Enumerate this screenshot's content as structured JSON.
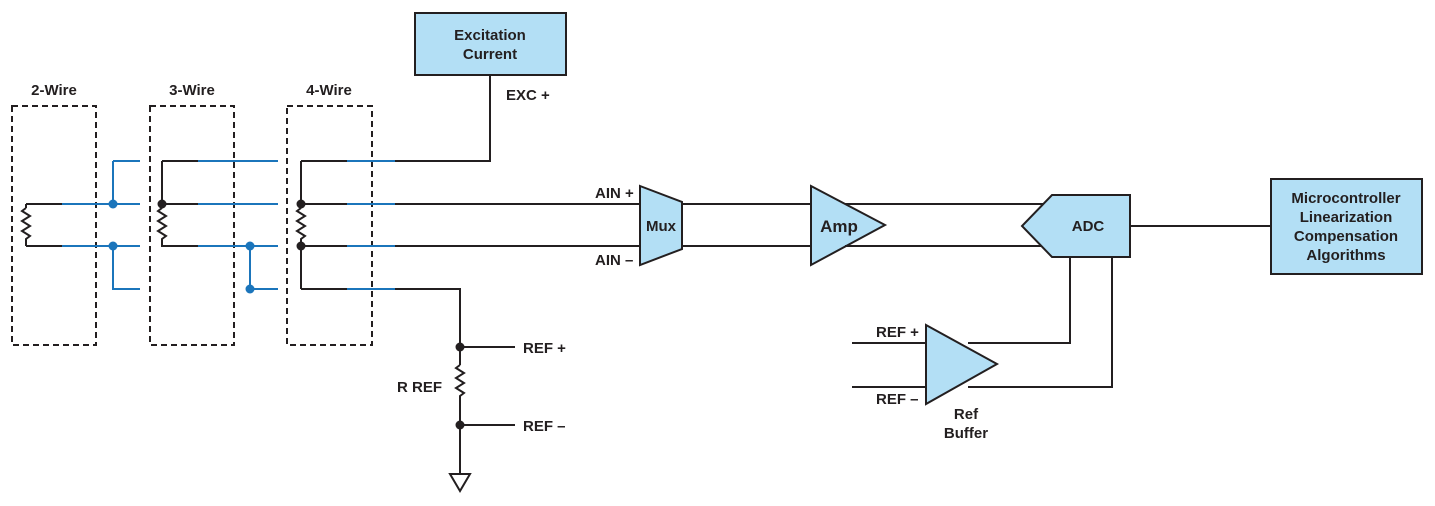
{
  "labels": {
    "two_wire": "2-Wire",
    "three_wire": "3-Wire",
    "four_wire": "4-Wire",
    "excitation_line1": "Excitation",
    "excitation_line2": "Current",
    "exc_plus": "EXC +",
    "ain_plus": "AIN +",
    "ain_minus": "AIN –",
    "mux": "Mux",
    "amp": "Amp",
    "adc": "ADC",
    "mcu_line1": "Microcontroller",
    "mcu_line2": "Linearization",
    "mcu_line3": "Compensation",
    "mcu_line4": "Algorithms",
    "ref_plus_out": "REF +",
    "ref_minus_out": "REF –",
    "r_ref": "R REF",
    "buf_ref_plus": "REF +",
    "buf_ref_minus": "REF –",
    "ref_buffer_line1": "Ref",
    "ref_buffer_line2": "Buffer"
  },
  "colors": {
    "block_fill": "#b3dff5",
    "wire_black": "#231f20",
    "wire_blue": "#1b75bb"
  }
}
